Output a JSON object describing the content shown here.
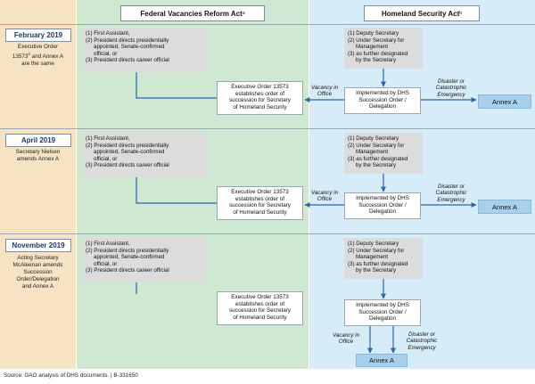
{
  "headers": {
    "fvra": "Federal Vacancies Reform Act",
    "fvra_note": "a",
    "hsa": "Homeland Security Act",
    "hsa_note": "b"
  },
  "colors": {
    "left_column": "#f5e3c3",
    "fvra_column": "#cfe8d2",
    "hsa_column": "#d6ecf8",
    "annex_box": "#a6d0ec",
    "arrow": "#2b63b0"
  },
  "rows": [
    {
      "date": "February 2019",
      "description": [
        "Executive Order",
        "13573",
        "and Annex A",
        "are the same"
      ],
      "description_note": "c",
      "fvra_list": [
        "(1) First Assistant,",
        "(2) President directs presidentially",
        "     appointed, Senate-confirmed",
        "     official, or",
        "(3) President directs career official"
      ],
      "eo_box": [
        "Executive Order 13573",
        "establishes order of",
        "succession for Secretary",
        "of Homeland Security"
      ],
      "hsa_list": [
        "(1) Deputy Secretary",
        "(2) Under Secretary for",
        "     Management",
        "(3) as further designated",
        "     by the Secretary"
      ],
      "dhs_box": [
        "Implemented by DHS",
        "Succession Order /",
        "Delegation"
      ],
      "vacancy_label": [
        "Vacancy in",
        "Office"
      ],
      "disaster_label": [
        "Disaster or",
        "Catastrophic",
        "Emergency"
      ],
      "annex": "Annex A"
    },
    {
      "date": "April 2019",
      "description": [
        "Secretary Nielsen",
        "amends Annex A"
      ],
      "fvra_list": [
        "(1) First Assistant,",
        "(2) President directs presidentially",
        "     appointed, Senate-confirmed",
        "     official, or",
        "(3) President directs career official"
      ],
      "eo_box": [
        "Executive Order 13573",
        "establishes order of",
        "succession for Secretary",
        "of Homeland Security"
      ],
      "hsa_list": [
        "(1) Deputy Secretary",
        "(2) Under Secretary for",
        "     Management",
        "(3) as further designated",
        "     by the Secretary"
      ],
      "dhs_box": [
        "Implemented by DHS",
        "Succession Order /",
        "Delegation"
      ],
      "vacancy_label": [
        "Vacancy in",
        "Office"
      ],
      "disaster_label": [
        "Disaster or",
        "Catastrophic",
        "Emergency"
      ],
      "annex": "Annex A"
    },
    {
      "date": "November 2019",
      "description": [
        "Acting Secretary",
        "McAleenan amends",
        "Succession",
        "Order/Delegation",
        "and Annex A"
      ],
      "fvra_list": [
        "(1) First Assistant,",
        "(2) President directs presidentially",
        "     appointed, Senate-confirmed",
        "     official, or",
        "(3) President directs career official"
      ],
      "eo_box": [
        "Executive Order 13573",
        "establishes order of",
        "succession for Secretary",
        "of Homeland Security"
      ],
      "hsa_list": [
        "(1) Deputy Secretary",
        "(2) Under Secretary for",
        "     Management",
        "(3) as further designated",
        "     by the Secretary"
      ],
      "dhs_box": [
        "Implemented by DHS",
        "Succession Order /",
        "Delegation"
      ],
      "vacancy_label": [
        "Vacancy in",
        "Office"
      ],
      "disaster_label": [
        "Disaster or",
        "Catastrophic",
        "Emergency"
      ],
      "annex": "Annex A"
    }
  ],
  "source": "Source: GAO analysis of DHS documents. | B-331650"
}
